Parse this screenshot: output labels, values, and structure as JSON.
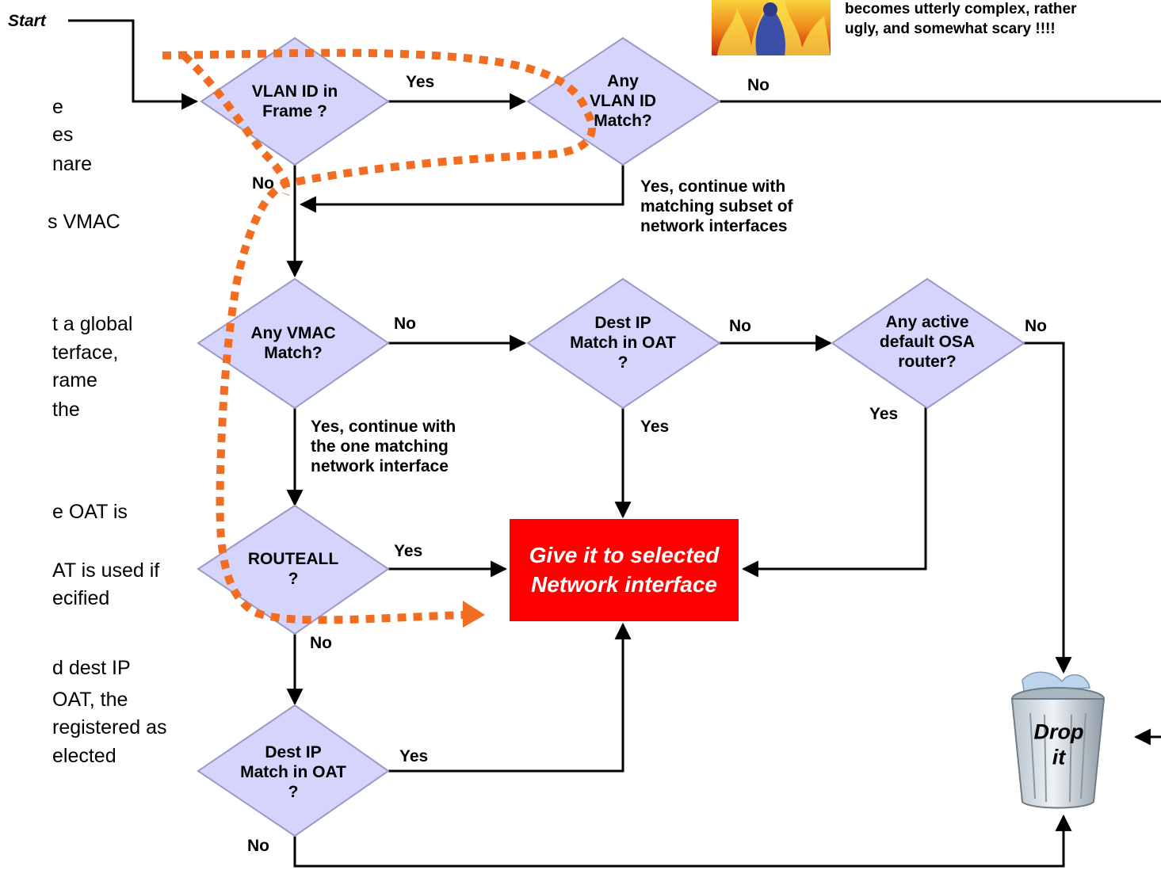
{
  "side_text": [
    "e",
    "es",
    "nare",
    "s VMAC",
    "t a global",
    "terface,",
    "rame",
    " the",
    "e OAT is",
    "AT is used if",
    "ecified",
    "d dest IP",
    "OAT, the",
    " registered as",
    "elected"
  ],
  "note": {
    "line1": "becomes utterly complex, rather",
    "line2": "ugly, and somewhat scary !!!!"
  },
  "start_label": "Start",
  "decisions": {
    "vlan_in_frame": [
      "VLAN ID in",
      "Frame ?"
    ],
    "any_vlan_match": [
      "Any",
      "VLAN ID",
      "Match?"
    ],
    "any_vmac_match": [
      "Any VMAC",
      "Match?"
    ],
    "dest_ip_oat_top": [
      "Dest IP",
      "Match in OAT",
      "?"
    ],
    "default_osa_router": [
      "Any active",
      "default OSA",
      "router?"
    ],
    "routeall": [
      "ROUTEALL",
      "?"
    ],
    "dest_ip_oat_bottom": [
      "Dest IP",
      "Match in OAT",
      "?"
    ]
  },
  "edge_labels": {
    "vlan_yes": "Yes",
    "vlanmatch_no": "No",
    "vlan_no": "No",
    "vlanmatch_yes": [
      "Yes, continue with",
      "matching subset of",
      "network interfaces"
    ],
    "vmac_no": "No",
    "oat_top_no": "No",
    "router_no": "No",
    "vmac_yes": [
      "Yes, continue with",
      "the one matching",
      "network interface"
    ],
    "oat_top_yes": "Yes",
    "router_yes": "Yes",
    "routeall_yes": "Yes",
    "routeall_no": "No",
    "oat_bottom_yes": "Yes",
    "oat_bottom_no": "No"
  },
  "target_box": [
    "Give it to selected",
    "Network interface"
  ],
  "drop_label": [
    "Drop",
    "it"
  ],
  "colors": {
    "diamond_fill": "#d4d4fc",
    "diamond_stroke": "#9a9ac8",
    "target_fill": "#ff0000",
    "dotted_path": "#f26d21"
  },
  "icons": [
    "flame-figure-icon",
    "trash-can-icon"
  ]
}
